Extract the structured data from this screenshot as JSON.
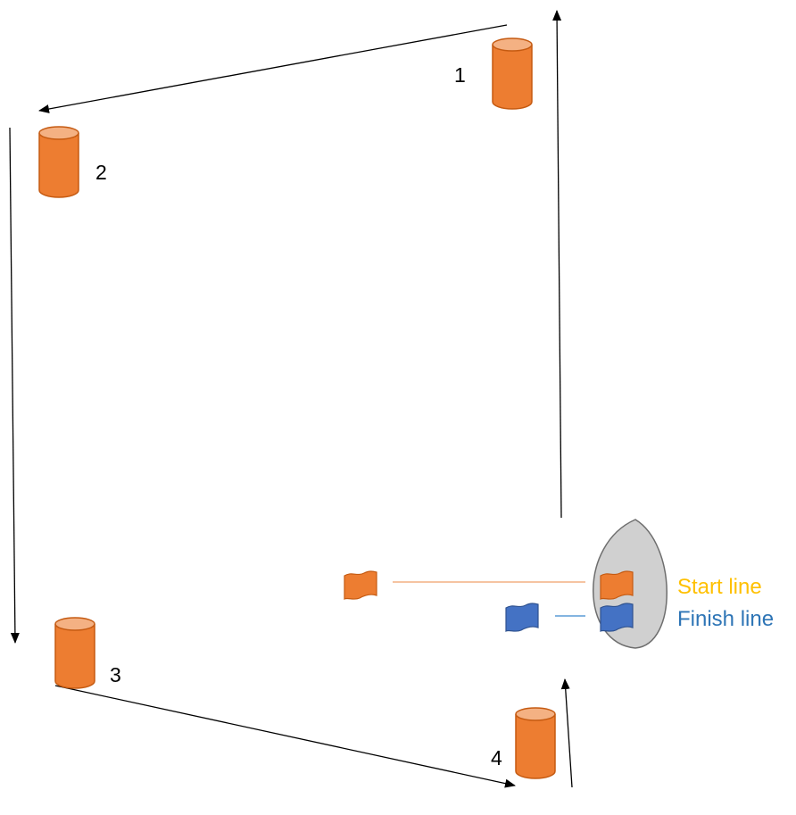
{
  "marks": [
    {
      "label": "1"
    },
    {
      "label": "2"
    },
    {
      "label": "3"
    },
    {
      "label": "4"
    }
  ],
  "legend": {
    "start_label": "Start line",
    "finish_label": "Finish line"
  },
  "colors": {
    "buoy_fill": "#ED7D31",
    "buoy_top": "#F4B183",
    "buoy_stroke": "#C55A11",
    "start_flag": "#ED7D31",
    "finish_flag": "#4472C4",
    "start_text": "#FFC000",
    "finish_text": "#2E75B6",
    "start_line": "#F4B183",
    "finish_line": "#5B9BD5",
    "boat_fill": "#D0D0D0",
    "boat_stroke": "#6E6E6E",
    "arrow": "#000000"
  },
  "icons": [
    "buoy-icon",
    "flag-icon",
    "boat-icon",
    "arrow-icon"
  ]
}
